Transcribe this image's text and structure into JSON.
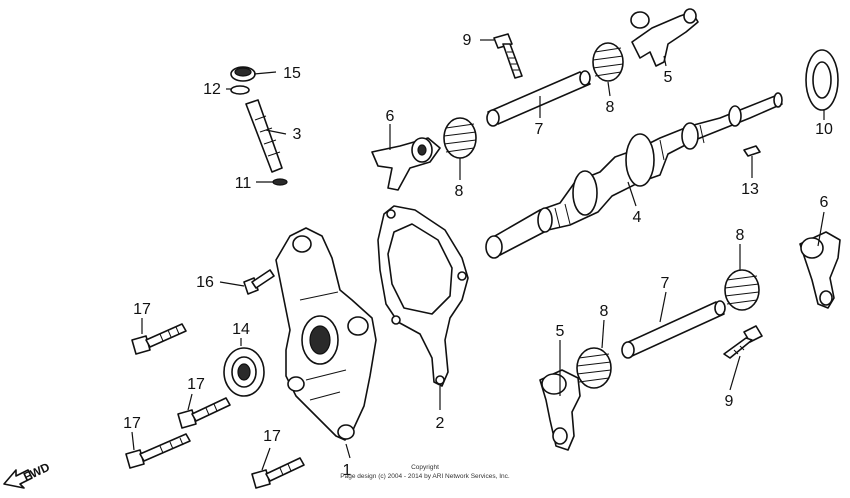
{
  "callouts": {
    "c1": "1",
    "c2": "2",
    "c3": "3",
    "c4": "4",
    "c5a": "5",
    "c5b": "5",
    "c6a": "6",
    "c6b": "6",
    "c7a": "7",
    "c7b": "7",
    "c8a": "8",
    "c8b": "8",
    "c8c": "8",
    "c8d": "8",
    "c9a": "9",
    "c9b": "9",
    "c10": "10",
    "c11": "11",
    "c12": "12",
    "c13": "13",
    "c14": "14",
    "c15": "15",
    "c16": "16",
    "c17a": "17",
    "c17b": "17",
    "c17c": "17",
    "c17d": "17"
  },
  "direction_label": "FWD",
  "copyright_line1": "Copyright",
  "copyright_line2": "Page design (c) 2004 - 2014 by ARI Network Services, Inc."
}
